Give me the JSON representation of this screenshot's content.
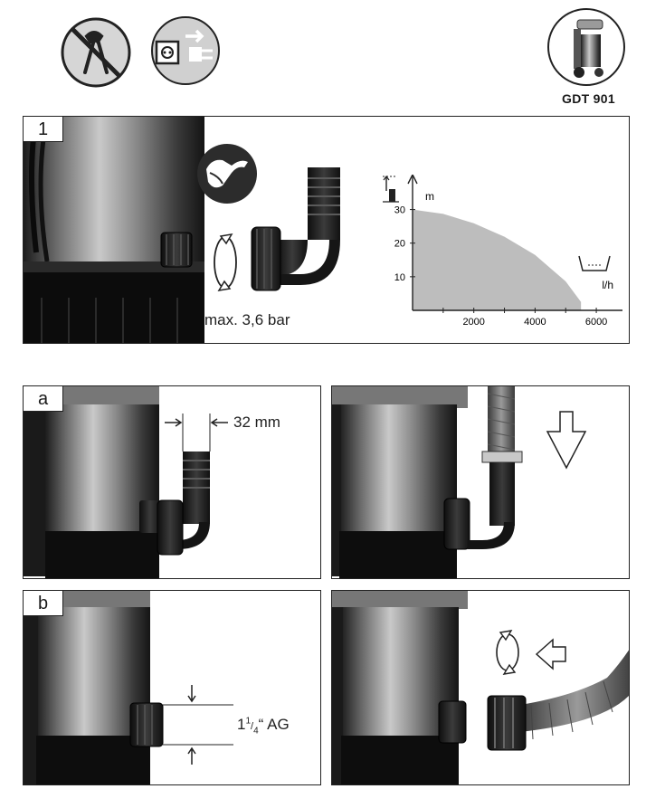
{
  "header": {
    "model_label": "GDT 901",
    "icons": [
      "no-tools-icon",
      "unplug-before-service-icon",
      "product-thumbnail"
    ]
  },
  "panel_1": {
    "step_label": "1",
    "pressure_text": "max. 3,6 bar",
    "icons": [
      "hand-tighten-icon",
      "rotate-arrows-icon"
    ]
  },
  "chart_data": {
    "type": "area",
    "xlabel": "l/h",
    "ylabel": "m",
    "x_ticks": [
      2000,
      4000,
      6000
    ],
    "y_ticks": [
      10,
      20,
      30
    ],
    "xlim": [
      0,
      6500
    ],
    "ylim": [
      0,
      35
    ],
    "x": [
      0,
      1000,
      2000,
      3000,
      4000,
      5000,
      5500
    ],
    "y": [
      30,
      28.7,
      25.9,
      21.9,
      16.5,
      8.6,
      2.5
    ],
    "grid": false
  },
  "panel_a": {
    "step_label": "a",
    "dimension_text": "32 mm"
  },
  "panel_b": {
    "step_label": "b",
    "thread_main": "1",
    "thread_frac_num": "1",
    "thread_frac_den": "4",
    "thread_suffix": "“ AG"
  },
  "colors": {
    "steel_dark": "#2a2a2a",
    "steel_light": "#b8b8b8",
    "curve_fill": "#bdbdbd",
    "line": "#222222"
  }
}
